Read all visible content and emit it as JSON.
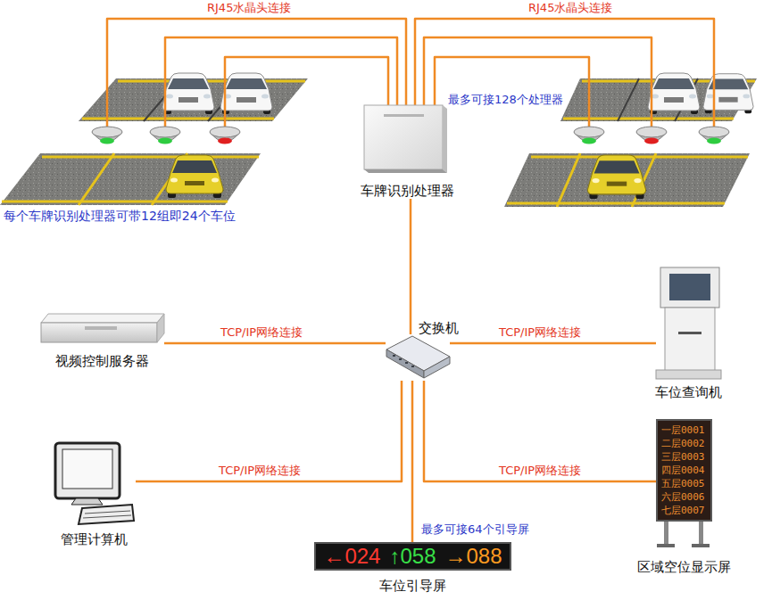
{
  "diagram": {
    "nodes": [
      {
        "text": [
          "车牌识别处理器"
        ]
      },
      {
        "text": [
          "交换机"
        ]
      },
      {
        "text": [
          "视频控制服务器"
        ]
      },
      {
        "text": [
          "车位查询机"
        ]
      },
      {
        "text": [
          "管理计算机"
        ]
      },
      {
        "text": [
          "一层0001",
          "二层0002",
          "三层0003",
          "四层0004",
          "五层0005",
          "六层0006",
          "七层0007",
          "区域空位显示屏"
        ]
      },
      {
        "text": [
          "←024",
          "↑058",
          "→088",
          "车位引导屏"
        ]
      }
    ],
    "edges": [
      {
        "from": 0,
        "to": 1,
        "arrow": "none"
      },
      {
        "from": 1,
        "to": 2,
        "label": "TCP/IP网络连接",
        "arrow": "none"
      },
      {
        "from": 1,
        "to": 3,
        "label": "TCP/IP网络连接",
        "arrow": "none"
      },
      {
        "from": 1,
        "to": 4,
        "label": "TCP/IP网络连接",
        "arrow": "none"
      },
      {
        "from": 1,
        "to": 5,
        "label": "TCP/IP网络连接",
        "arrow": "none"
      },
      {
        "from": 1,
        "to": 6,
        "label": "最多可接64个引导屏",
        "arrow": "none"
      }
    ],
    "labels": [
      "RJ45水晶头连接",
      "RJ45水晶头连接",
      "最多可接128个处理器",
      "每个车牌识别处理器可带12组即24个车位"
    ]
  }
}
